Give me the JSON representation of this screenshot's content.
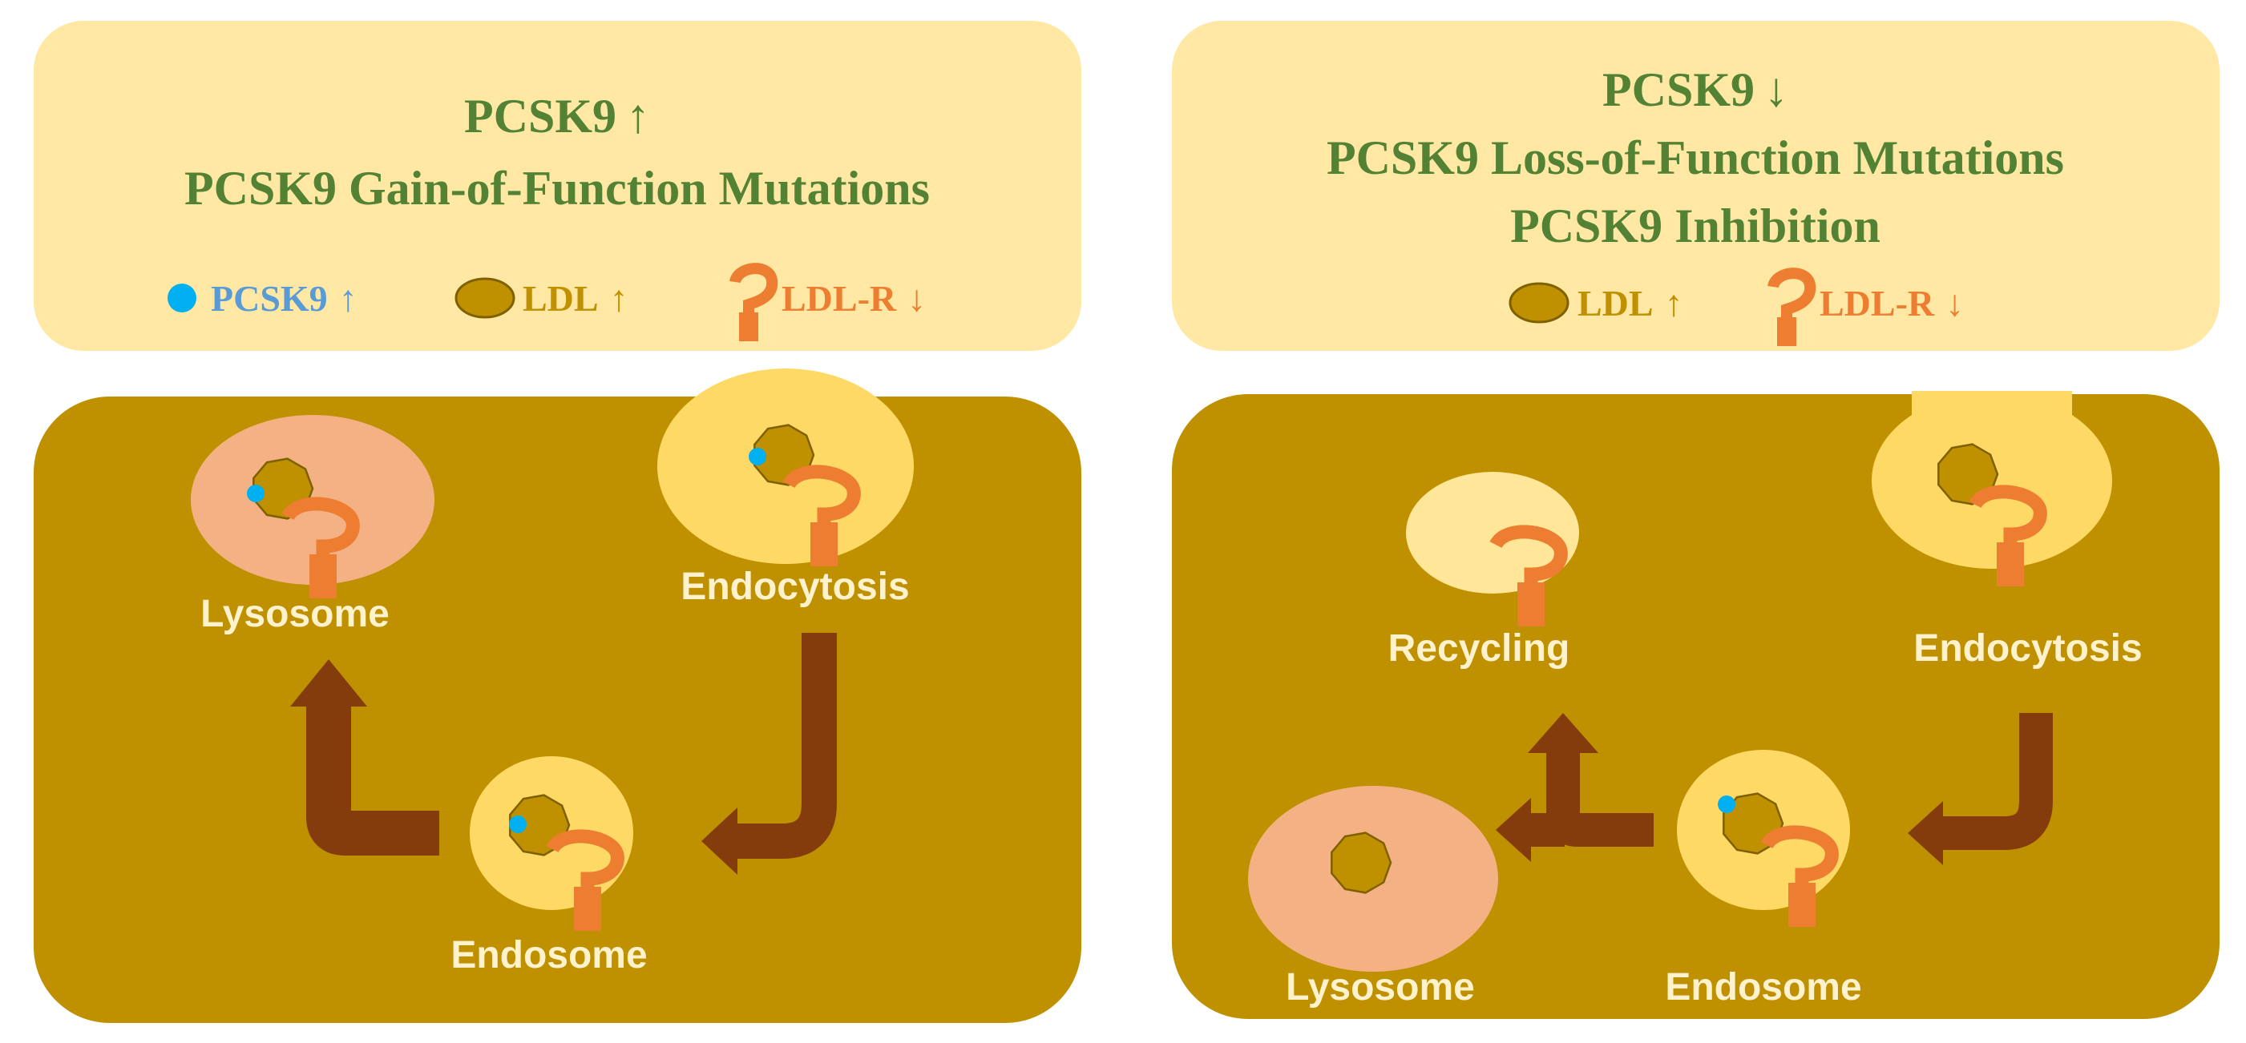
{
  "colors": {
    "legend_panel": "#FFE8A3",
    "cell_panel": "#BF9000",
    "heading_green": "#548235",
    "pcsk9_blue": "#00B0F0",
    "pcsk9_text_blue": "#5B9BD5",
    "ldl_fill": "#BF9000",
    "ldl_outline": "#7F6000",
    "ldl_text": "#BF9000",
    "ldlr_orange": "#ED7D31",
    "arrow_brown": "#843C0C",
    "vesicle_yellow": "#FFD966",
    "recycling_vesicle": "#FFE699",
    "lysosome_salmon": "#F4B183",
    "compartment_label": "#FFF2CC"
  },
  "left_panel": {
    "header": {
      "line1": "PCSK9",
      "line1_arrow": "↑",
      "line2": "PCSK9 Gain-of-Function  Mutations"
    },
    "legend": {
      "pcsk9_label": "PCSK9",
      "pcsk9_arrow": "↑",
      "ldl_label": "LDL",
      "ldl_arrow": "↑",
      "ldlr_label": "LDL-R",
      "ldlr_arrow": "↓"
    },
    "labels": {
      "lysosome": "Lysosome",
      "endocytosis": "Endocytosis",
      "endosome": "Endosome"
    }
  },
  "right_panel": {
    "header": {
      "line1": "PCSK9",
      "line1_arrow": "↓",
      "line2": "PCSK9 Loss-of-Function  Mutations",
      "line3": "PCSK9 Inhibition"
    },
    "legend": {
      "ldl_label": "LDL",
      "ldl_arrow": "↑",
      "ldlr_label": "LDL-R",
      "ldlr_arrow": "↓"
    },
    "labels": {
      "recycling": "Recycling",
      "endocytosis": "Endocytosis",
      "lysosome": "Lysosome",
      "endosome": "Endosome"
    }
  }
}
